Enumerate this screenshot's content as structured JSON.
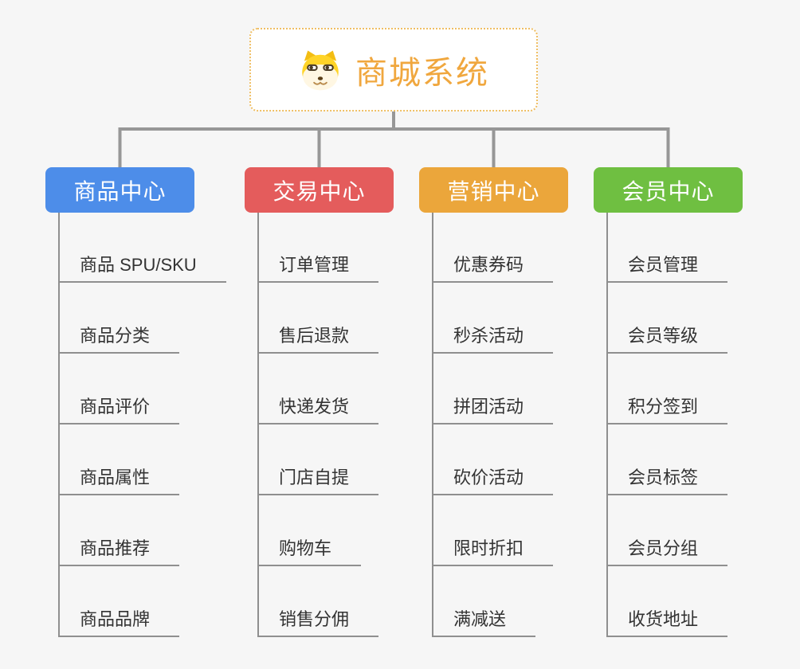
{
  "page": {
    "background": "#f6f6f6"
  },
  "lines": {
    "connector_color": "#979797",
    "child_line_color": "#8f8f8f"
  },
  "root": {
    "title": "商城系统",
    "icon": "dog-face-icon",
    "text_color": "#f0a73e",
    "border_color": "#efbe63"
  },
  "branches": [
    {
      "label": "商品中心",
      "color": "#4d8de9",
      "children": [
        "商品 SPU/SKU",
        "商品分类",
        "商品评价",
        "商品属性",
        "商品推荐",
        "商品品牌"
      ]
    },
    {
      "label": "交易中心",
      "color": "#e45c5c",
      "children": [
        "订单管理",
        "售后退款",
        "快递发货",
        "门店自提",
        "购物车",
        "销售分佣"
      ]
    },
    {
      "label": "营销中心",
      "color": "#eba63b",
      "children": [
        "优惠券码",
        "秒杀活动",
        "拼团活动",
        "砍价活动",
        "限时折扣",
        "满减送"
      ]
    },
    {
      "label": "会员中心",
      "color": "#6fbf41",
      "children": [
        "会员管理",
        "会员等级",
        "积分签到",
        "会员标签",
        "会员分组",
        "收货地址"
      ]
    }
  ]
}
